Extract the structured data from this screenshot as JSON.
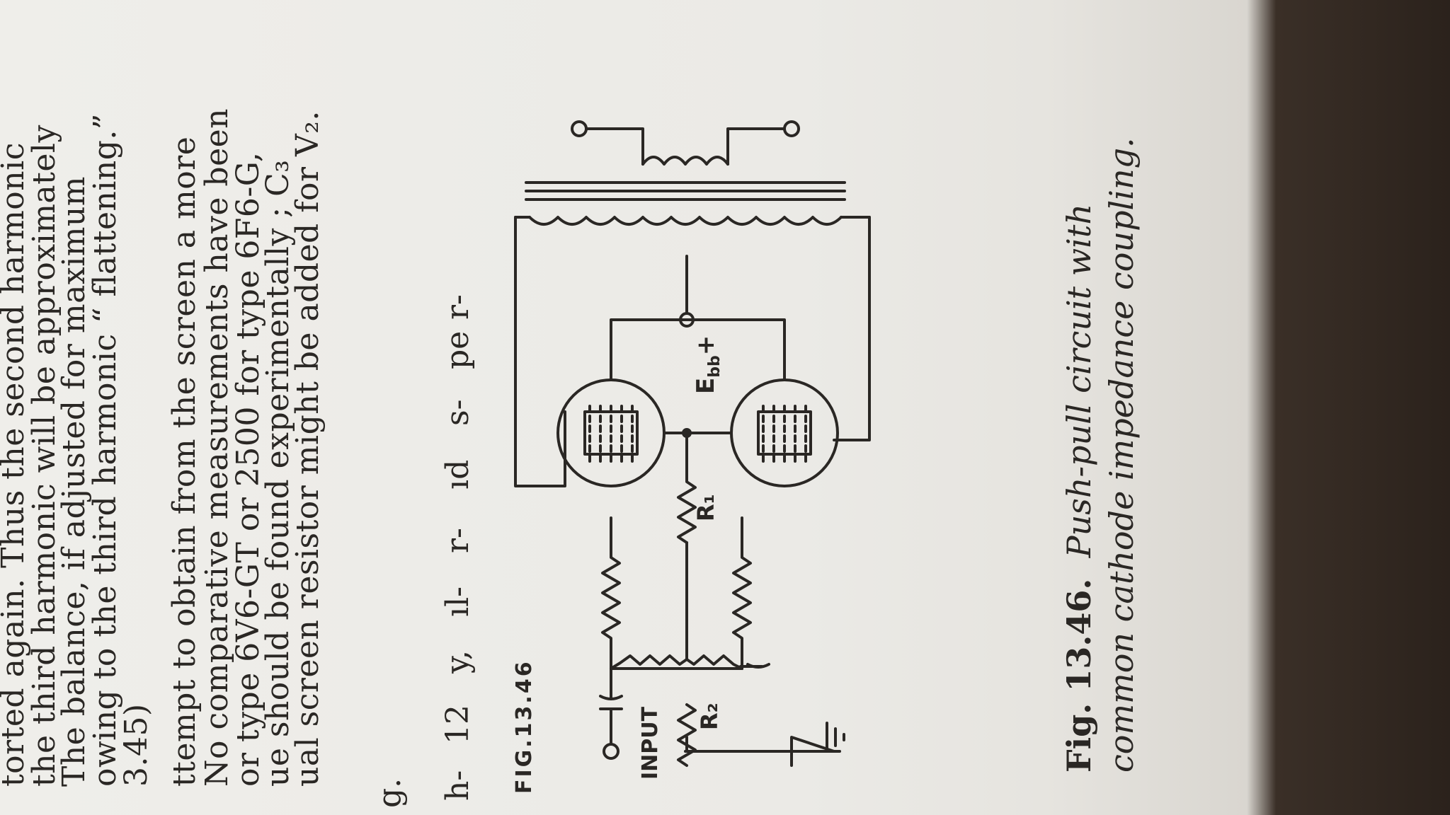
{
  "body_lines": [
    "torted again.   Thus the second harmonic",
    "the third harmonic will be approximately",
    "   The balance, if adjusted for maximum",
    "owing to the third harmonic “ flattening.”",
    "3.45)",
    "ttempt to obtain from the screen a more",
    "No comparative measurements have been",
    "or type 6V6-GT or 2500 for type 6F6-G,",
    "ue should be found experimentally ;  C₃",
    "ual screen resistor might be added for V₂."
  ],
  "left_edge_fragments": [
    "g.",
    "h-",
    "12",
    "y,",
    "ıl-",
    "r-",
    "ıd",
    "s-",
    "pe",
    "r-"
  ],
  "figure": {
    "label": "FIG.13.46",
    "input_label": "INPUT",
    "r1_label": "R₁",
    "r2_label": "R₂",
    "supply_label": "E",
    "supply_sub": "bb",
    "supply_sign": "+"
  },
  "caption": {
    "number": "Fig. 13.46.",
    "line1": "Push-pull circuit with",
    "line2": "common cathode impedance coupling."
  },
  "colors": {
    "ink": "#2a2724",
    "paper": "#ebeae6",
    "background": "#2b221c"
  }
}
